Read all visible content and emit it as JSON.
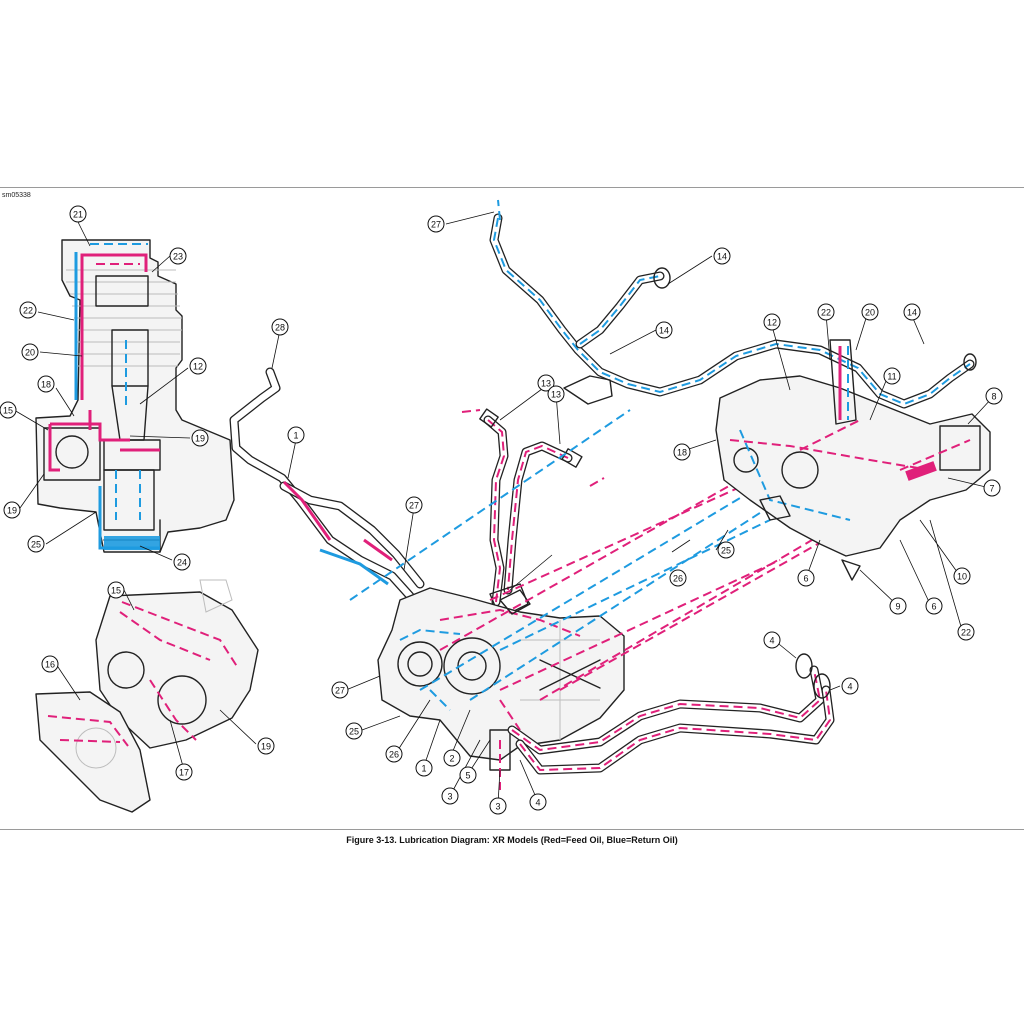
{
  "image_id": "sm05338",
  "caption": "Figure 3-13. Lubrication Diagram: XR Models (Red=Feed Oil, Blue=Return Oil)",
  "colors": {
    "feed_oil": "#e0207a",
    "return_oil": "#1e9be0",
    "line": "#222222"
  },
  "callouts": [
    {
      "n": "21"
    },
    {
      "n": "23"
    },
    {
      "n": "22"
    },
    {
      "n": "20"
    },
    {
      "n": "12"
    },
    {
      "n": "18"
    },
    {
      "n": "15"
    },
    {
      "n": "19"
    },
    {
      "n": "19"
    },
    {
      "n": "25"
    },
    {
      "n": "24"
    },
    {
      "n": "15"
    },
    {
      "n": "16"
    },
    {
      "n": "19"
    },
    {
      "n": "17"
    },
    {
      "n": "28"
    },
    {
      "n": "1"
    },
    {
      "n": "27"
    },
    {
      "n": "27"
    },
    {
      "n": "25"
    },
    {
      "n": "26"
    },
    {
      "n": "1"
    },
    {
      "n": "2"
    },
    {
      "n": "3"
    },
    {
      "n": "5"
    },
    {
      "n": "3"
    },
    {
      "n": "4"
    },
    {
      "n": "27"
    },
    {
      "n": "14"
    },
    {
      "n": "14"
    },
    {
      "n": "13"
    },
    {
      "n": "13"
    },
    {
      "n": "4"
    },
    {
      "n": "4"
    },
    {
      "n": "26"
    },
    {
      "n": "25"
    },
    {
      "n": "12"
    },
    {
      "n": "22"
    },
    {
      "n": "20"
    },
    {
      "n": "14"
    },
    {
      "n": "11"
    },
    {
      "n": "8"
    },
    {
      "n": "18"
    },
    {
      "n": "7"
    },
    {
      "n": "10"
    },
    {
      "n": "22"
    },
    {
      "n": "6"
    },
    {
      "n": "6"
    },
    {
      "n": "9"
    }
  ]
}
